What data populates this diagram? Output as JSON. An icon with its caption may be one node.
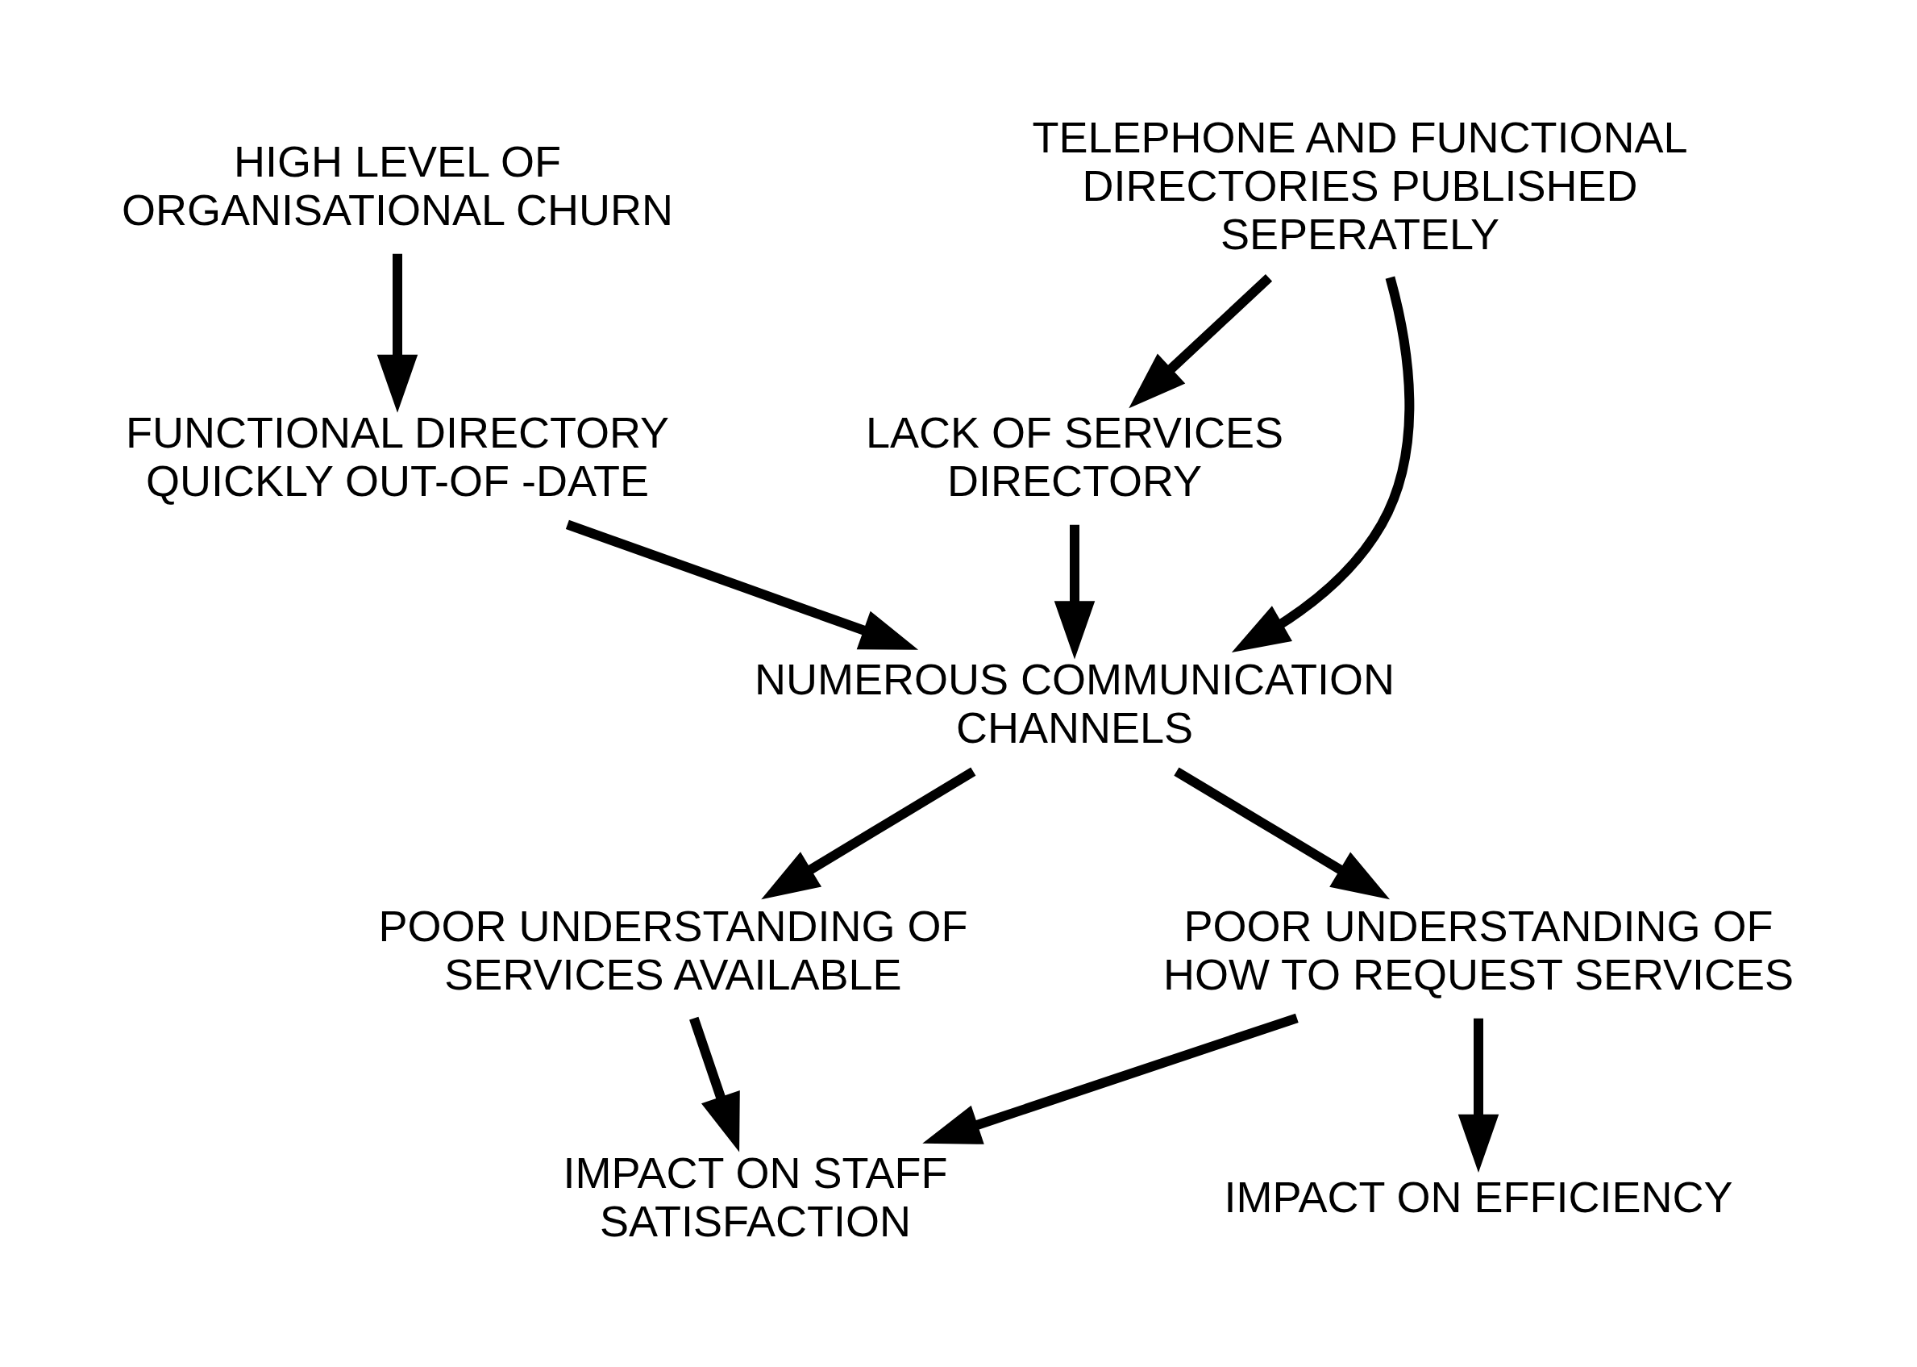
{
  "diagram": {
    "nodes": [
      {
        "text": [
          "HIGH LEVEL OF ORGANISATIONAL CHURN"
        ]
      },
      {
        "text": [
          "TELEPHONE AND FUNCTIONAL DIRECTORIES PUBLISHED SEPERATELY"
        ]
      },
      {
        "text": [
          "FUNCTIONAL DIRECTORY QUICKLY OUT-OF -DATE"
        ]
      },
      {
        "text": [
          "LACK OF SERVICES DIRECTORY"
        ]
      },
      {
        "text": [
          "NUMEROUS COMMUNICATION CHANNELS"
        ]
      },
      {
        "text": [
          "POOR UNDERSTANDING OF SERVICES AVAILABLE"
        ]
      },
      {
        "text": [
          "POOR UNDERSTANDING OF HOW TO REQUEST SERVICES"
        ]
      },
      {
        "text": [
          "IMPACT ON STAFF SATISFACTION"
        ]
      },
      {
        "text": [
          "IMPACT ON EFFICIENCY"
        ]
      }
    ],
    "edges": [
      {
        "from": 0,
        "to": 2,
        "arrow": "to"
      },
      {
        "from": 1,
        "to": 3,
        "arrow": "to"
      },
      {
        "from": 1,
        "to": 4,
        "arrow": "to"
      },
      {
        "from": 2,
        "to": 4,
        "arrow": "to"
      },
      {
        "from": 3,
        "to": 4,
        "arrow": "to"
      },
      {
        "from": 4,
        "to": 5,
        "arrow": "to"
      },
      {
        "from": 4,
        "to": 6,
        "arrow": "to"
      },
      {
        "from": 5,
        "to": 7,
        "arrow": "to"
      },
      {
        "from": 6,
        "to": 7,
        "arrow": "to"
      },
      {
        "from": 6,
        "to": 8,
        "arrow": "to"
      }
    ]
  }
}
